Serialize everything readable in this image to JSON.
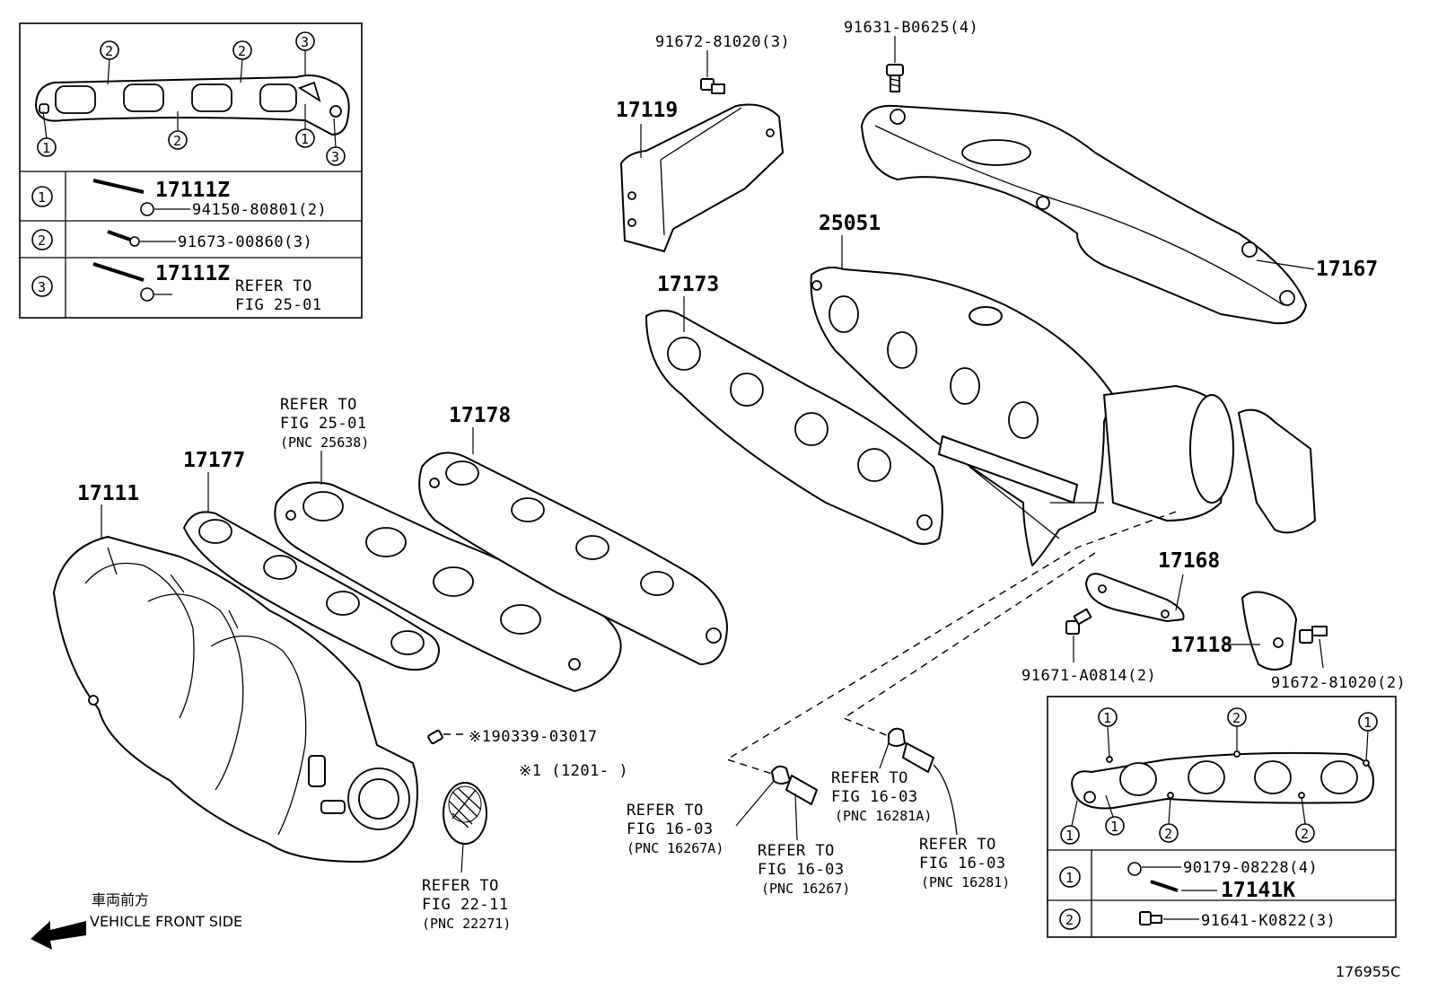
{
  "callouts": {
    "c17111": "17111",
    "c17177": "17177",
    "c17178": "17178",
    "c17119": "17119",
    "c17173": "17173",
    "c25051": "25051",
    "c17167": "17167",
    "c17168": "17168",
    "c17118": "17118",
    "c91672_top": "91672-81020(3)",
    "c91631": "91631-B0625(4)",
    "c91671": "91671-A0814(2)",
    "c91672_bottom": "91672-81020(2)",
    "c90339": "※190339-03017",
    "c_note1": "※1 (1201-    )"
  },
  "refs": {
    "refer_to": "REFER TO",
    "fig_25_01": "FIG 25-01",
    "pnc_25638": "(PNC 25638)",
    "fig_22_11": "FIG 22-11",
    "pnc_22271": "(PNC 22271)",
    "fig_16_03": "FIG 16-03",
    "pnc_16267a": "(PNC 16267A)",
    "pnc_16267": "(PNC 16267)",
    "pnc_16281a": "(PNC 16281A)",
    "pnc_16281": "(PNC 16281)"
  },
  "inset_top_left": {
    "markers": [
      "1",
      "2",
      "3"
    ],
    "row1_part_a": "17111Z",
    "row1_part_b": "94150-80801(2)",
    "row2_part": "91673-00860(3)",
    "row3_part": "17111Z",
    "row3_ref_a": "REFER TO",
    "row3_ref_b": "FIG 25-01"
  },
  "inset_bottom_right": {
    "markers": [
      "1",
      "2"
    ],
    "row1_part_a": "90179-08228(4)",
    "row1_part_b": "17141K",
    "row2_part": "91641-K0822(3)"
  },
  "direction": {
    "japanese": "車両前方",
    "english": "VEHICLE FRONT SIDE"
  },
  "diagram_id": "176955C"
}
